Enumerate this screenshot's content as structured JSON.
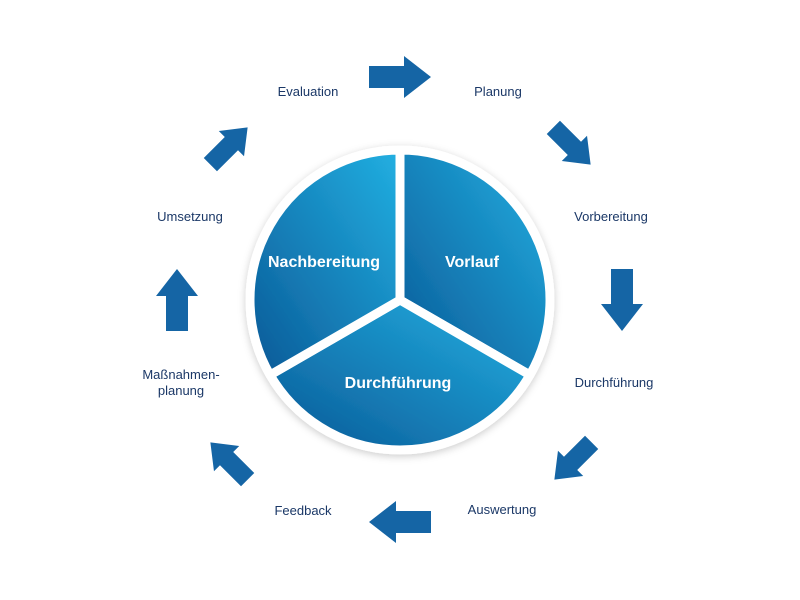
{
  "colors": {
    "arrow": "#1565a5",
    "pie_light": "#22acdf",
    "pie_dark": "#0b5c9b",
    "text": "#1b3867"
  },
  "segments": [
    {
      "label": "Vorlauf"
    },
    {
      "label": "Durchführung"
    },
    {
      "label": "Nachbereitung"
    }
  ],
  "steps": [
    {
      "label": "Planung"
    },
    {
      "label": "Vorbereitung"
    },
    {
      "label": "Durchführung"
    },
    {
      "label": "Auswertung"
    },
    {
      "label": "Feedback"
    },
    {
      "label": "Maßnahmen-"
    },
    {
      "label": "planung"
    },
    {
      "label": "Umsetzung"
    },
    {
      "label": "Evaluation"
    }
  ]
}
